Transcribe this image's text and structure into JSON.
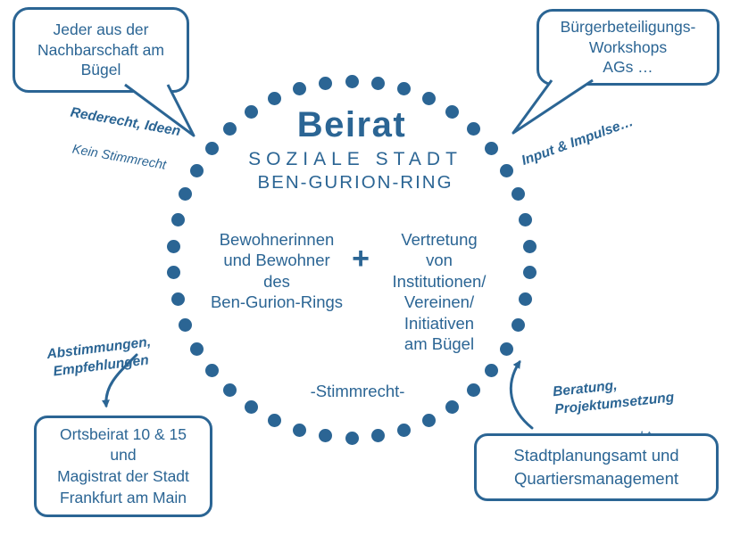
{
  "colors": {
    "accent": "#2b6594"
  },
  "circle": {
    "title": "Beirat",
    "subtitle1": "SOZIALE STADT",
    "subtitle2": "BEN-GURION-RING",
    "left_group": "Bewohnerinnen\nund Bewohner\ndes\nBen-Gurion-Rings",
    "plus": "+",
    "right_group": "Vertretung\nvon\nInstitutionen/\nVereinen/\nInitiativen\nam Bügel",
    "bottom": "-Stimmrecht-"
  },
  "bubbles": {
    "top_left": "Jeder aus der\nNachbarschaft am\nBügel",
    "top_right": "Bürgerbeteiligungs-\nWorkshops\nAGs …"
  },
  "labels": {
    "top_left_bold": "Rederecht, Ideen",
    "top_left_normal": "Kein Stimmrecht",
    "top_right_bold": "Input & Impulse…",
    "bottom_left_bold": "Abstimmungen,\nEmpfehlungen",
    "bottom_right_bold": "Beratung,\nProjektumsetzung",
    "bottom_right_normal": "kein Stimmrecht"
  },
  "boxes": {
    "bottom_left": "Ortsbeirat 10 & 15\nund\nMagistrat der Stadt\nFrankfurt am Main",
    "bottom_right": "Stadtplanungsamt und\nQuartiersmanagement"
  }
}
